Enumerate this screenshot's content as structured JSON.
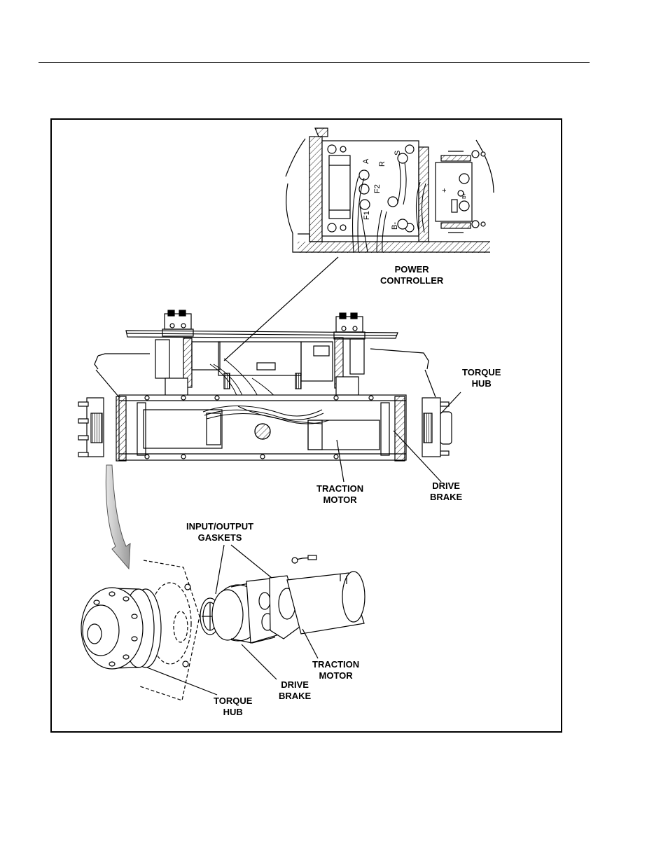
{
  "figure": {
    "callouts": {
      "power_controller": [
        "POWER",
        "CONTROLLER"
      ],
      "torque_hub_top": [
        "TORQUE",
        "HUB"
      ],
      "traction_motor_top": [
        "TRACTION",
        "MOTOR"
      ],
      "drive_brake_top": [
        "DRIVE",
        "BRAKE"
      ],
      "gaskets": [
        "INPUT/OUTPUT",
        "GASKETS"
      ],
      "traction_motor_bottom": [
        "TRACTION",
        "MOTOR"
      ],
      "drive_brake_bottom": [
        "DRIVE",
        "BRAKE"
      ],
      "torque_hub_bottom": [
        "TORQUE",
        "HUB"
      ]
    },
    "terminals": {
      "a": "A",
      "r": "R",
      "s": "S",
      "f2": "F2",
      "f1": "F1",
      "b_minus": "B-",
      "b_plus": "B+",
      "plus": "+"
    }
  }
}
